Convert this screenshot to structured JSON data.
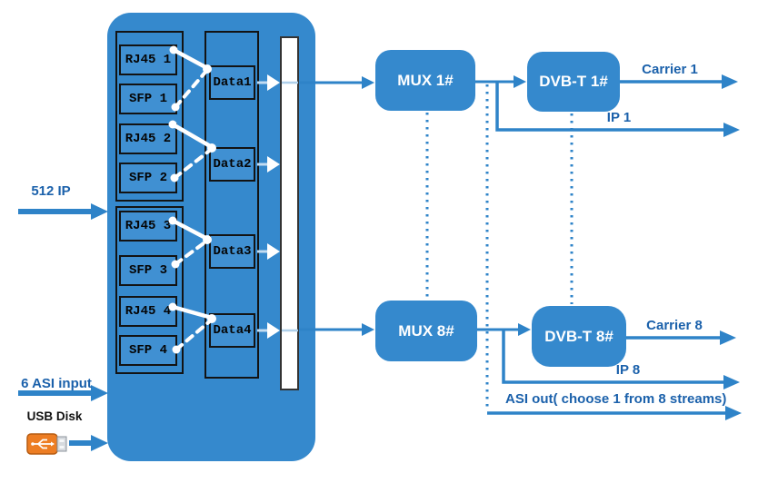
{
  "inputs": {
    "ip_label": "512 IP",
    "asi_label": "6 ASI input",
    "usb_label": "USB Disk"
  },
  "device": {
    "ports": [
      "RJ45 1",
      "SFP 1",
      "RJ45 2",
      "SFP 2",
      "RJ45 3",
      "SFP 3",
      "RJ45 4",
      "SFP 4"
    ],
    "data_channels": [
      "Data1",
      "Data2",
      "Data3",
      "Data4"
    ]
  },
  "mux": {
    "first": "MUX 1#",
    "last": "MUX 8#"
  },
  "modulator": {
    "first": "DVB-T 1#",
    "last": "DVB-T 8#"
  },
  "outputs": {
    "carrier_first": "Carrier 1",
    "ip_first": "IP 1",
    "carrier_last": "Carrier 8",
    "ip_last": "IP 8",
    "asi": "ASI out( choose 1 from 8 streams)"
  },
  "colors": {
    "chassis_blue": "#3589cd",
    "line_blue": "#2e83c8",
    "label_blue": "#1b61ab",
    "usb_orange": "#ed7d23"
  }
}
